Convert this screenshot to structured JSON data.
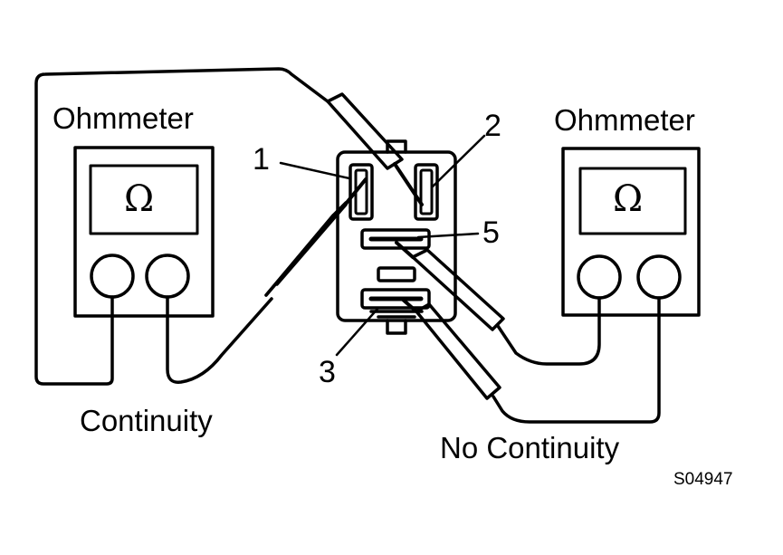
{
  "left_meter": {
    "title": "Ohmmeter",
    "symbol": "Ω",
    "result": "Continuity"
  },
  "right_meter": {
    "title": "Ohmmeter",
    "symbol": "Ω",
    "result": "No Continuity"
  },
  "terminals": {
    "t1": "1",
    "t2": "2",
    "t3": "3",
    "t5": "5"
  },
  "figure_code": "S04947",
  "colors": {
    "ink": "#000000",
    "paper": "#ffffff"
  }
}
